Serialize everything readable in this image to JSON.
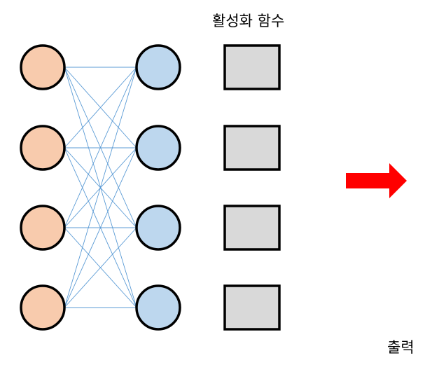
{
  "labels": {
    "activation": "활성화 함수",
    "output": "출력"
  },
  "network": {
    "input_nodes": 4,
    "hidden_nodes": 4,
    "activation_boxes": 4,
    "fully_connected": true
  },
  "colors": {
    "input_node_fill": "#f8cbad",
    "hidden_node_fill": "#bdd7ee",
    "node_stroke": "#000000",
    "box_fill": "#d9d9d9",
    "box_stroke": "#000000",
    "connection": "#5b9bd5",
    "arrow": "#ff0000"
  },
  "icons": {
    "output_arrow": "arrow-right-icon"
  }
}
